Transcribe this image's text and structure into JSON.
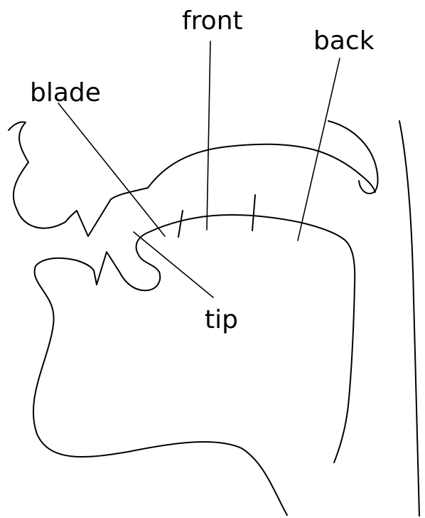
{
  "labels": {
    "front": "front",
    "back": "back",
    "blade": "blade",
    "tip": "tip"
  },
  "colors": {
    "stroke": "#000000",
    "background": "#ffffff"
  }
}
